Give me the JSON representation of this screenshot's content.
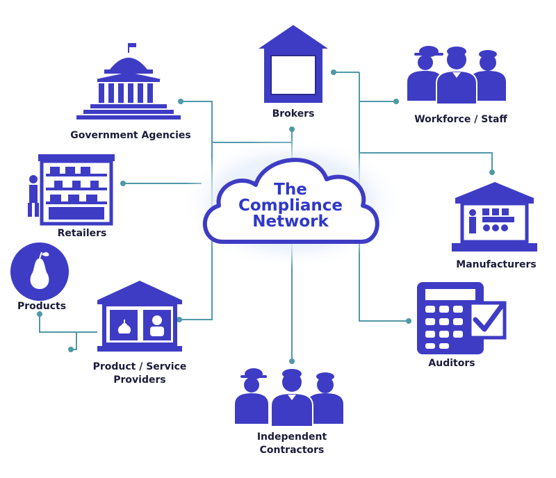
{
  "center": {
    "line1": "The",
    "line2": "Compliance",
    "line3": "Network"
  },
  "nodes": {
    "government": "Government Agencies",
    "retailers": "Retailers",
    "products": "Products",
    "providers_line1": "Product / Service",
    "providers_line2": "Providers",
    "brokers": "Brokers",
    "workforce": "Workforce / Staff",
    "manufacturers": "Manufacturers",
    "auditors": "Auditors",
    "contractors_line1": "Independent",
    "contractors_line2": "Contractors"
  },
  "colors": {
    "icon": "#3e3cc4",
    "line": "#4f98a8",
    "cloud_text": "#2f38c8",
    "glow": "#dde8f8"
  },
  "icons": {
    "government": "capitol-building-icon",
    "retailers": "storefront-icon",
    "products": "pear-circle-icon",
    "providers": "service-building-icon",
    "brokers": "broker-building-icon",
    "workforce": "people-group-icon",
    "manufacturers": "factory-building-icon",
    "auditors": "calculator-checkmark-icon",
    "contractors": "people-group-icon",
    "center": "cloud-icon"
  }
}
